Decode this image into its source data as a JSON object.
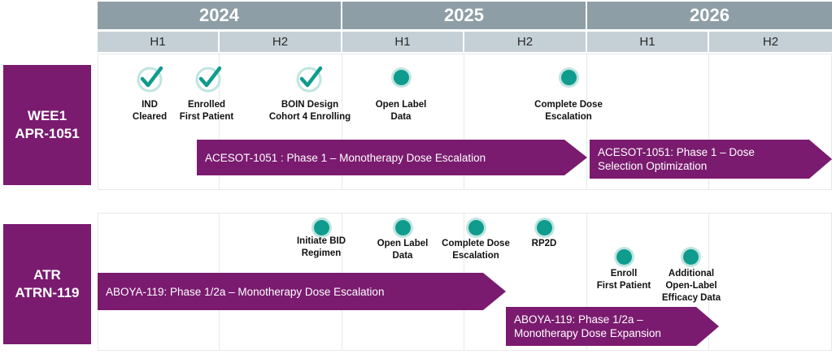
{
  "years": [
    "2024",
    "2025",
    "2026"
  ],
  "halves": [
    "H1",
    "H2",
    "H1",
    "H2",
    "H1",
    "H2"
  ],
  "rows": [
    {
      "label_line1": "WEE1",
      "label_line2": "APR-1051"
    },
    {
      "label_line1": "ATR",
      "label_line2": "ATRN-119"
    }
  ],
  "row1": {
    "milestones": [
      {
        "text": "IND\nCleared",
        "status": "complete"
      },
      {
        "text": "Enrolled\nFirst Patient",
        "status": "complete"
      },
      {
        "text": "BOIN Design\nCohort 4 Enrolling",
        "status": "complete"
      },
      {
        "text": "Open Label\nData",
        "status": "upcoming"
      },
      {
        "text": "Complete Dose\nEscalation",
        "status": "upcoming"
      }
    ],
    "arrows": [
      {
        "text": "ACESOT-1051 : Phase 1 – Monotherapy Dose Escalation"
      },
      {
        "text": "ACESOT-1051: Phase 1 – Dose\nSelection Optimization"
      }
    ]
  },
  "row2": {
    "milestones": [
      {
        "text": "Initiate BID\nRegimen",
        "status": "upcoming"
      },
      {
        "text": "Open Label\nData",
        "status": "upcoming"
      },
      {
        "text": "Complete Dose\nEscalation",
        "status": "upcoming"
      },
      {
        "text": "RP2D",
        "status": "upcoming"
      },
      {
        "text": "Enroll\nFirst Patient",
        "status": "upcoming"
      },
      {
        "text": "Additional\nOpen-Label\nEfficacy Data",
        "status": "upcoming"
      }
    ],
    "arrows": [
      {
        "text": "ABOYA-119: Phase 1/2a – Monotherapy Dose Escalation"
      },
      {
        "text": "ABOYA-119: Phase 1/2a –\nMonotherapy Dose Expansion"
      }
    ]
  },
  "colors": {
    "year_header": "#8e9ea6",
    "half_header": "#c5d0d6",
    "program_box": "#7a1b6f",
    "arrow": "#7a1b6f",
    "milestone_dot": "#0f9b8e",
    "check": "#0f9b8e"
  }
}
